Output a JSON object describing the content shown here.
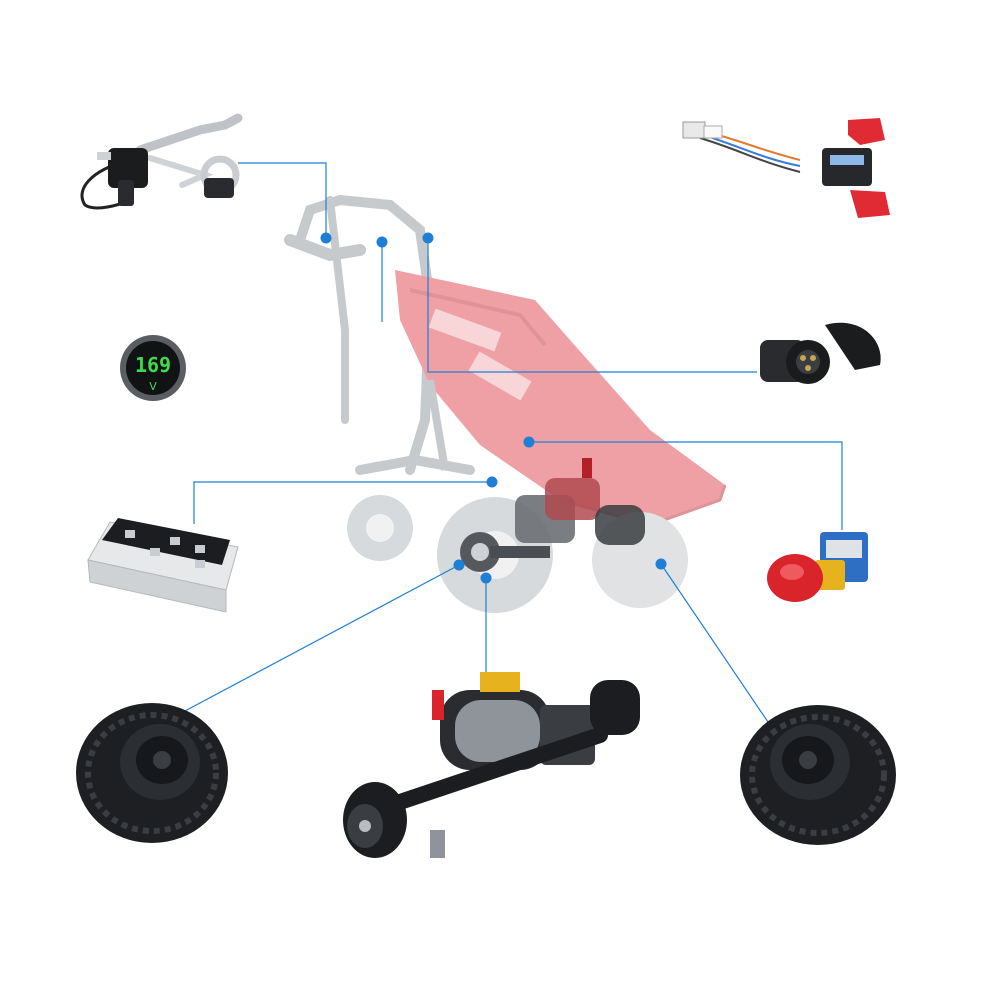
{
  "diagram": {
    "description_free": true,
    "colors": {
      "leader_line": "#1f7fd6",
      "dot": "#1f7fd6",
      "cart_red": "#e2545c",
      "cart_frame": "#9aa0a6",
      "tire": "#1d1f22",
      "display_digits": "#3ddc4a"
    },
    "display": {
      "reading": "169",
      "arrow": "V"
    },
    "components": [
      {
        "id": "throttle-brake-lever",
        "icon": "throttle-lever-icon"
      },
      {
        "id": "wiring-harness",
        "icon": "wiring-harness-icon"
      },
      {
        "id": "battery-display",
        "icon": "battery-display-icon"
      },
      {
        "id": "charging-socket",
        "icon": "charging-socket-icon"
      },
      {
        "id": "motor-controller",
        "icon": "motor-controller-icon"
      },
      {
        "id": "emergency-stop",
        "icon": "emergency-stop-icon"
      },
      {
        "id": "left-tire",
        "icon": "tire-icon"
      },
      {
        "id": "drive-axle",
        "icon": "drive-axle-icon"
      },
      {
        "id": "right-tire",
        "icon": "tire-icon"
      }
    ]
  }
}
